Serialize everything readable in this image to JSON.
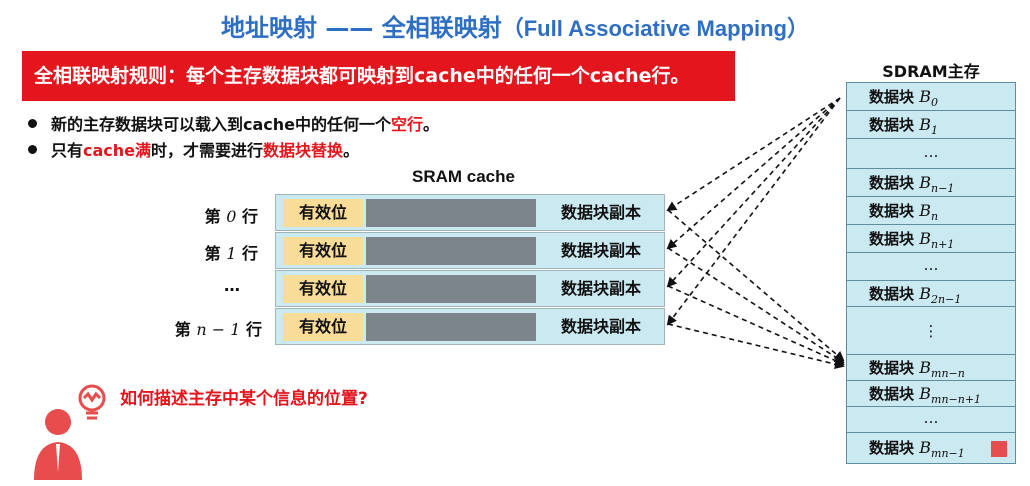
{
  "title": {
    "main": "地址映射 —— 全相联映射",
    "sub": "（Full Associative Mapping）"
  },
  "rule": "全相联映射规则：每个主存数据块都可映射到cache中的任何一个cache行。",
  "bullets": [
    {
      "pre": "新的主存数据块可以载入到cache中的任何一个",
      "highlight": "空行",
      "post": "。"
    },
    {
      "pre": "只有",
      "highlight": "cache满",
      "mid": "时，才需要进行",
      "highlight2": "数据块替换",
      "post": "。"
    }
  ],
  "cache": {
    "title": "SRAM  cache",
    "valid_label": "有效位",
    "data_label": "数据块副本",
    "rows": [
      {
        "label_pre": "第 ",
        "label_math": "0",
        "label_post": " 行"
      },
      {
        "label_pre": "第 ",
        "label_math": "1",
        "label_post": " 行"
      },
      {
        "label_pre": "",
        "label_math": "…",
        "label_post": ""
      },
      {
        "label_pre": "第 ",
        "label_math": "n − 1",
        "label_post": " 行"
      }
    ]
  },
  "sdram": {
    "title": "SDRAM主存",
    "block_label": "数据块",
    "block_symbol": "B",
    "cells": [
      {
        "sub": "0"
      },
      {
        "sub": "1"
      },
      {
        "ellipsis": "…"
      },
      {
        "sub": "n−1"
      },
      {
        "sub": "n"
      },
      {
        "sub": "n+1"
      },
      {
        "ellipsis": "…"
      },
      {
        "sub": "2n−1"
      },
      {
        "ellipsis": "⋮"
      },
      {
        "sub": "mn−n"
      },
      {
        "sub": "mn−n+1"
      },
      {
        "ellipsis": "…"
      },
      {
        "sub": "mn−1"
      }
    ]
  },
  "question": "如何描述主存中某个信息的位置?",
  "colors": {
    "title": "#2e6fc4",
    "accent_red": "#e3161d",
    "cache_bg": "#cbe9f1",
    "valid_bg": "#f8dc98",
    "tag_bg": "#7c858c"
  }
}
